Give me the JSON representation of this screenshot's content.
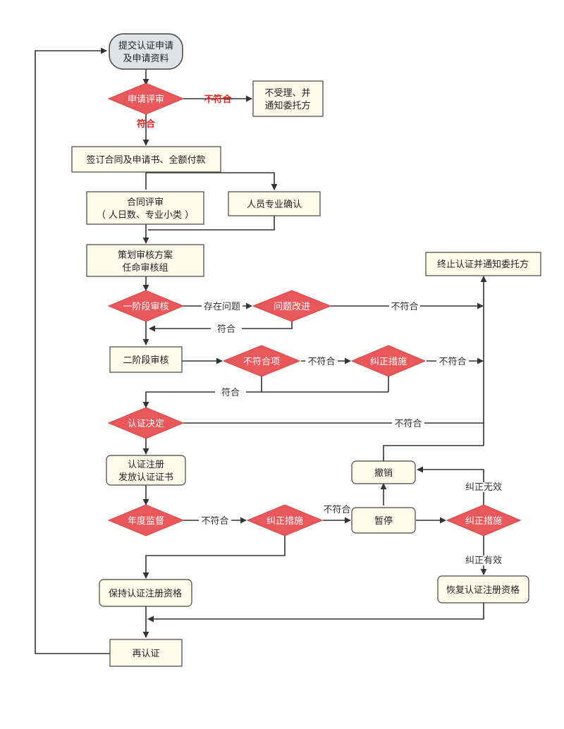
{
  "nodes": {
    "start": [
      "提交认证申请",
      "及申请资料"
    ],
    "apply_review": "申请评审",
    "reject": [
      "不受理、并",
      "通知委托方"
    ],
    "sign_contract": "签订合同及申请书、全额付款",
    "contract_review": [
      "合同评审",
      "（ 人日数、专业小类 ）"
    ],
    "personnel_confirm": "人员专业确认",
    "plan_audit": [
      "策划审核方案",
      "任命审核组"
    ],
    "terminate": "终止认证并通知委托方",
    "stage1_audit": "一阶段审核",
    "problem_improve": "问题改进",
    "stage2_audit": "二阶段审核",
    "nonconform_item": "不符合项",
    "corrective_action_1": "纠正措施",
    "cert_decision": "认证决定",
    "revoke": "撤销",
    "register_issue": [
      "认证注册",
      "发放认证证书"
    ],
    "annual_supervision": "年度监督",
    "corrective_action_2": "纠正措施",
    "suspend": "暂停",
    "corrective_action_3": "纠正措施",
    "keep_qualification": "保持认证注册资格",
    "restore_qualification": "恢复认证注册资格",
    "recertify": "再认证"
  },
  "edge_labels": {
    "not_conform_red": "不符合",
    "conform_red": "符合",
    "has_problem": "存在问题",
    "not_conform_1": "不符合",
    "conform_1": "符合",
    "not_conform_2": "不符合",
    "not_conform_3": "不符合",
    "conform_2": "符合",
    "not_conform_4": "不符合",
    "ineffective": "纠正无效",
    "not_conform_5": "不符合",
    "not_conform_6": "不符合",
    "effective": "纠正有效"
  }
}
